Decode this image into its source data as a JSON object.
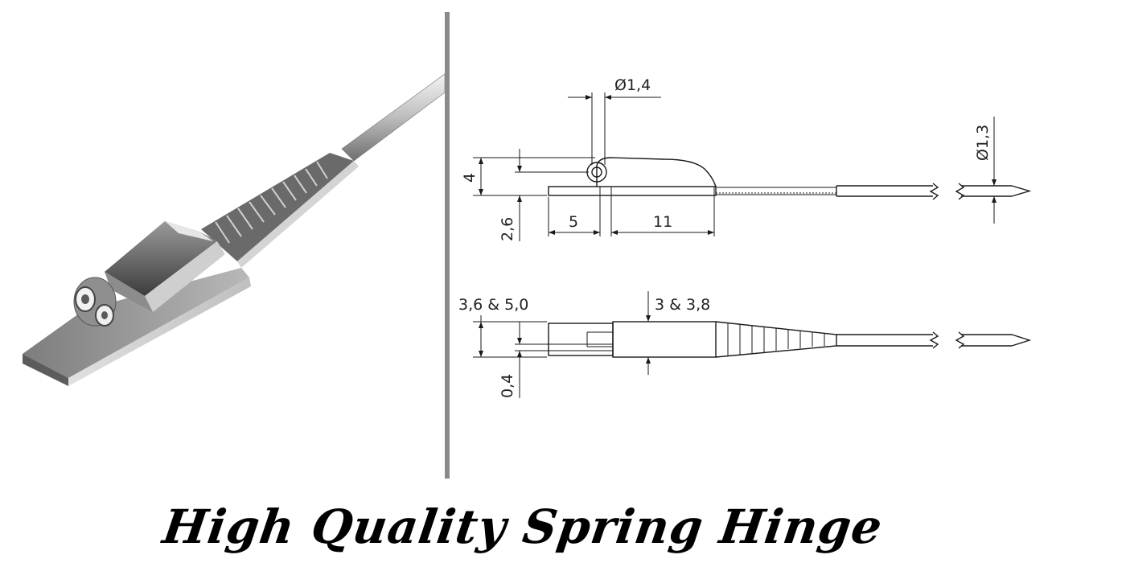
{
  "dimensions": {
    "pin_diameter": "Ø1,4",
    "wire_diameter": "Ø1,3",
    "height": "4",
    "plate_thickness": "2,6",
    "offset": "5",
    "body_length": "11",
    "width_options": "3,6 & 5,0",
    "body_width_options": "3 & 3,8",
    "gap": "0,4"
  },
  "caption": "High Quality Spring Hinge",
  "colors": {
    "divider": "#8a8a8a",
    "metal_light": "#d9d9d9",
    "metal_mid": "#a9a9a9",
    "metal_dark": "#4a4a4a",
    "line": "#1a1a1a"
  }
}
